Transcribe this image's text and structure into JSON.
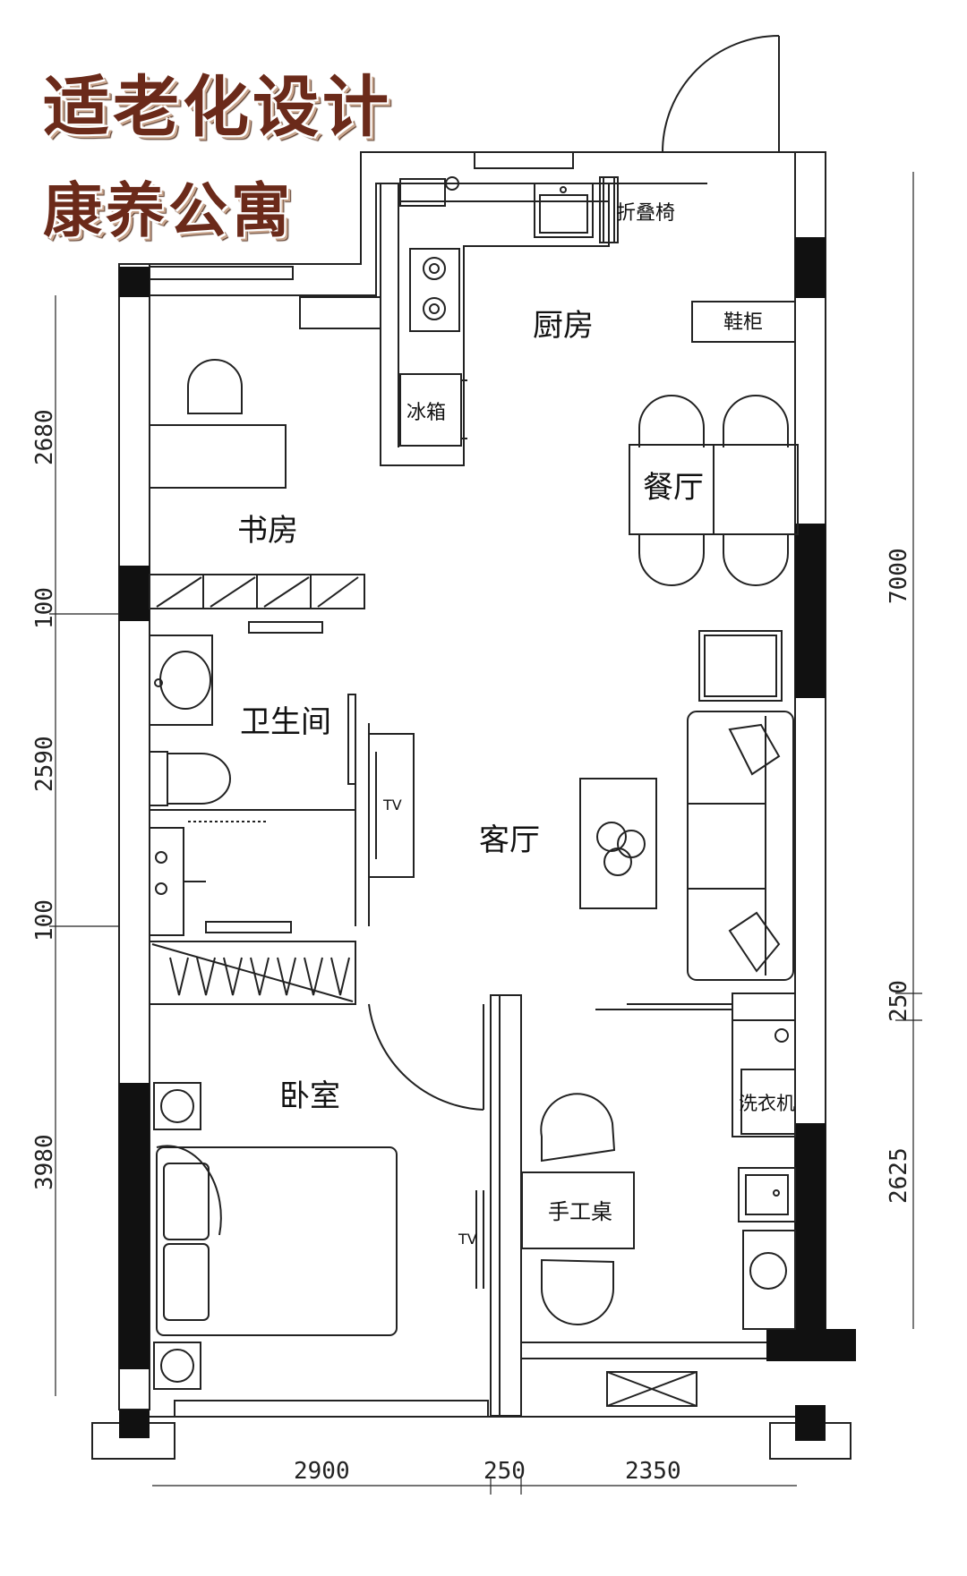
{
  "title": {
    "line1": "适老化设计",
    "line2": "康养公寓"
  },
  "rooms": {
    "kitchen": "厨房",
    "dining": "餐厅",
    "study": "书房",
    "bathroom": "卫生间",
    "living": "客厅",
    "bedroom": "卧室"
  },
  "fixtures": {
    "folding_chair": "折叠椅",
    "shoe_cabinet": "鞋柜",
    "fridge": "冰箱",
    "washer": "洗衣机",
    "craft_table": "手工桌",
    "tv_living": "TV",
    "tv_bedroom": "TV"
  },
  "dimensions": {
    "left": [
      "2680",
      "100",
      "2590",
      "100",
      "3980"
    ],
    "right": [
      "7000",
      "250",
      "2625"
    ],
    "bottom": [
      "2900",
      "250",
      "2350"
    ]
  }
}
